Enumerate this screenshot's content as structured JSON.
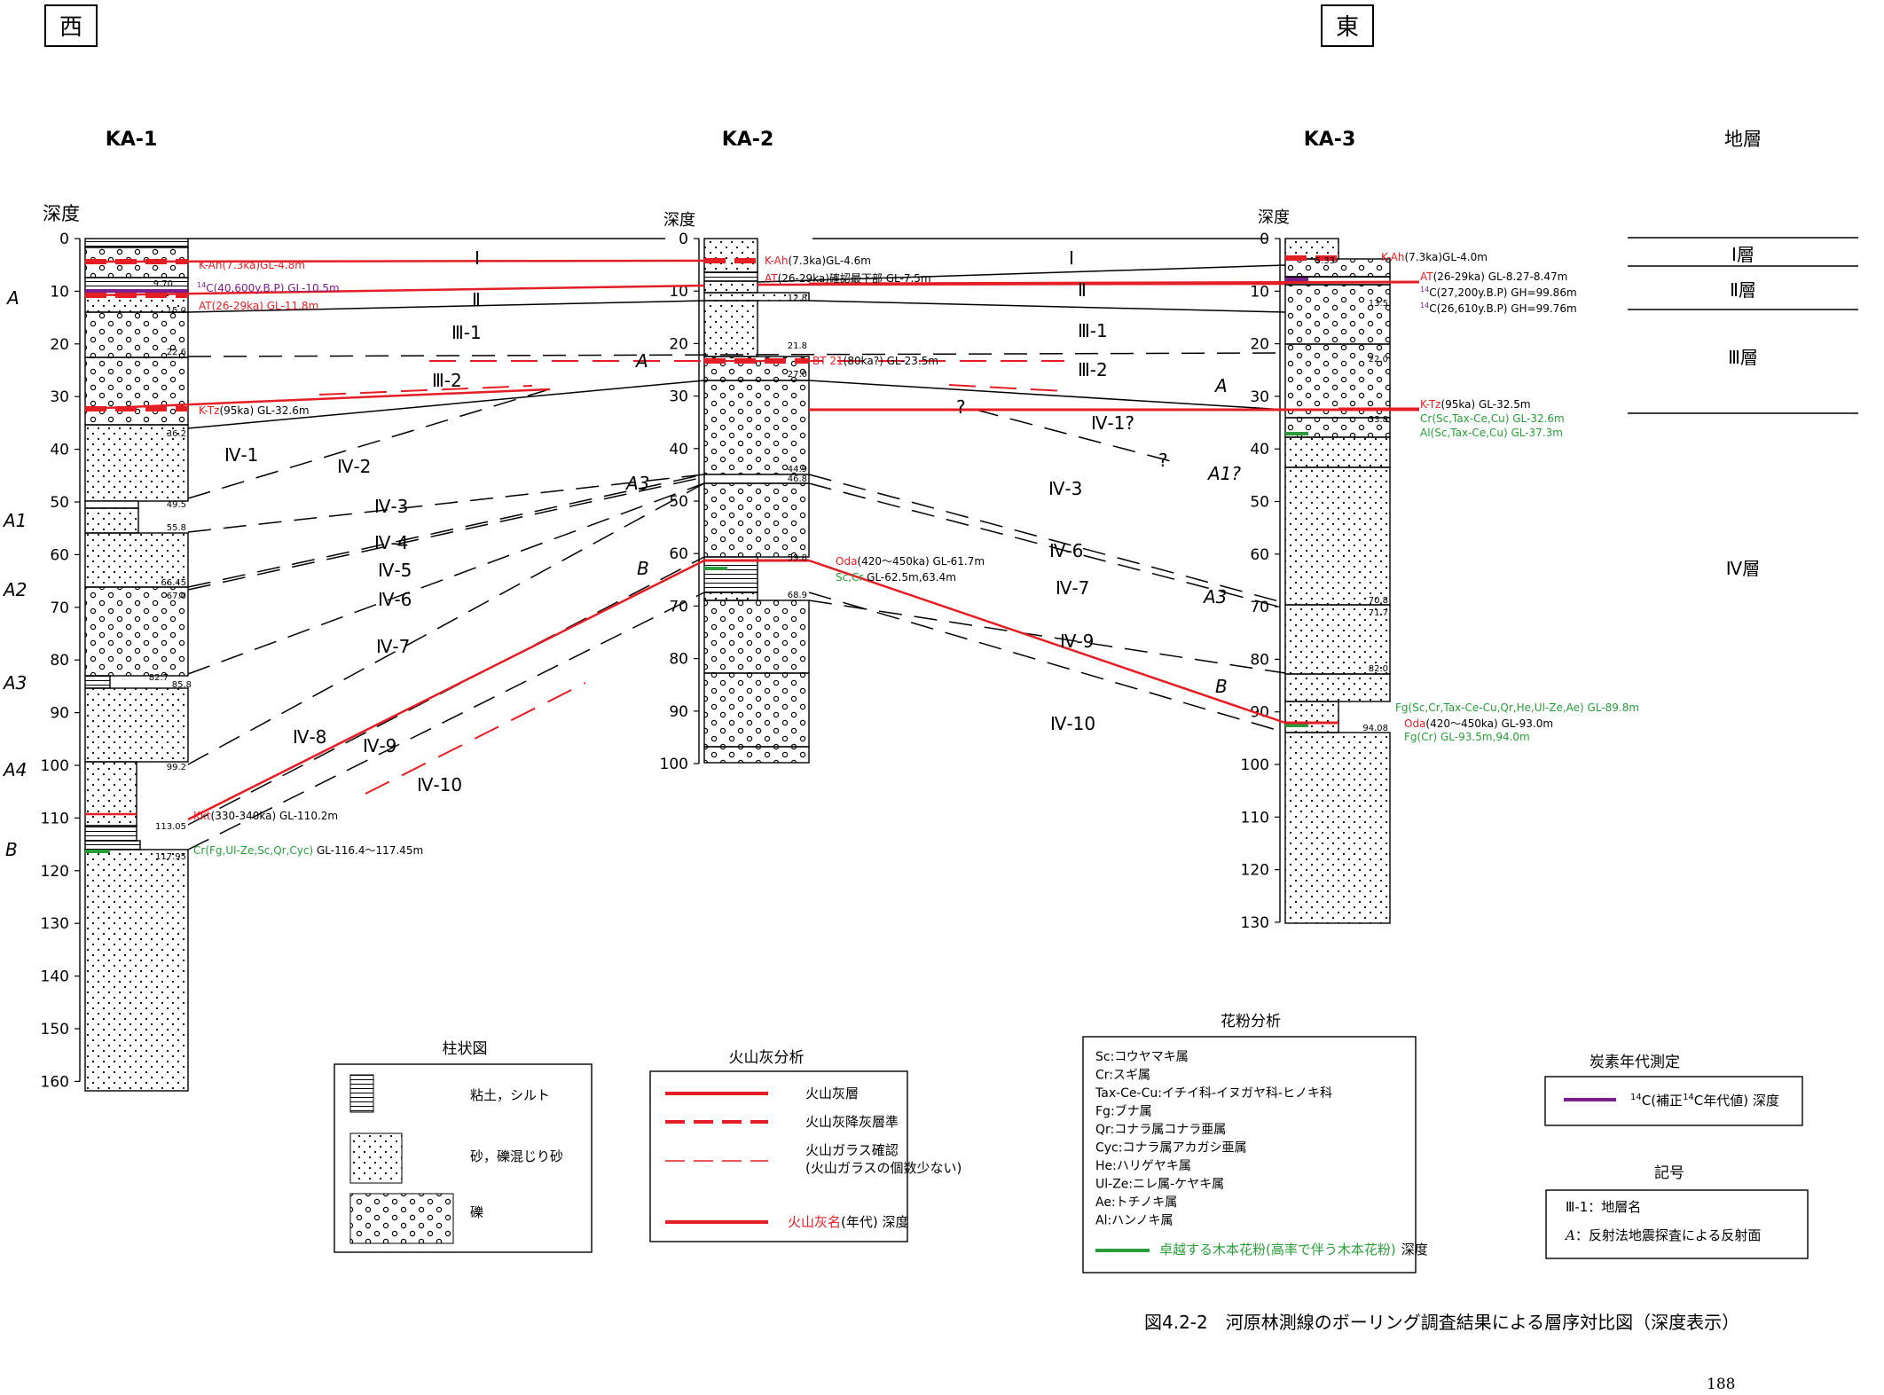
{
  "directions": {
    "west": "西",
    "east": "東"
  },
  "boreholes": {
    "ka1": {
      "name": "KA-1",
      "depth_label": "深度",
      "max_depth": 160
    },
    "ka2": {
      "name": "KA-2",
      "depth_label": "深度",
      "max_depth": 100
    },
    "ka3": {
      "name": "KA-3",
      "depth_label": "深度",
      "max_depth": 130
    }
  },
  "strata_header": "地層",
  "strata": [
    "Ⅰ層",
    "Ⅱ層",
    "Ⅲ層",
    "Ⅳ層"
  ],
  "colors": {
    "ash": "#e31e24",
    "pollen": "#2a9c3a",
    "c14": "#7a1f8c",
    "line": "#000000"
  },
  "ka1_marks": {
    "depths": [
      "9.70",
      "15.0",
      "22.6",
      "36.2",
      "49.5",
      "55.8",
      "66.45",
      "67.0",
      "82.7",
      "85.8",
      "99.2",
      "113.05",
      "117.95"
    ],
    "ash": [
      {
        "name": "K-Ah",
        "rest": "(7.3ka)GL-4.8m"
      },
      {
        "name": "AT",
        "rest": "(26-29ka) GL-11.8m"
      },
      {
        "name": "K-Tz",
        "rest": "(95ka) GL-32.6m"
      },
      {
        "name": "Kkt",
        "rest": "(330-340ka) GL-110.2m"
      }
    ],
    "c14": {
      "sup": "14",
      "rest": "C(40,600y.B.P) GL-10.5m"
    },
    "pollen": {
      "name": "Cr(Fg,Ul-Ze,Sc,Qr,Cyc)",
      "rest": " GL-116.4～117.45m"
    }
  },
  "ka2_marks": {
    "depths": [
      "12.8",
      "21.8",
      "27.0",
      "44.9",
      "46.8",
      "59.8",
      "68.9"
    ],
    "ash": [
      {
        "name": "K-Ah",
        "rest": "(7.3ka)GL-4.6m"
      },
      {
        "name": "AT",
        "rest": "(26-29ka)確認最下部 GL-7.5m"
      },
      {
        "name": "BT 21",
        "rest": "(80ka?) GL-23.5m"
      },
      {
        "name": "Oda",
        "rest": "(420～450ka) GL-61.7m"
      }
    ],
    "pollen": {
      "name": "Sc,Cr",
      "rest": " GL-62.5m,63.4m"
    }
  },
  "ka3_marks": {
    "depths": [
      "5.33",
      "13.5",
      "22.0",
      "33.8",
      "70.8",
      "71.7",
      "82.0",
      "94.08"
    ],
    "ash": [
      {
        "name": "K-Ah",
        "rest": "(7.3ka)GL-4.0m"
      },
      {
        "name": "AT",
        "rest": "(26-29ka) GL-8.27-8.47m"
      },
      {
        "name": "K-Tz",
        "rest": "(95ka) GL-32.5m"
      },
      {
        "name": "Oda",
        "rest": "(420～450ka) GL-93.0m"
      }
    ],
    "c14": [
      {
        "sup": "14",
        "rest": "C(27,200y.B.P) GH=99.86m"
      },
      {
        "sup": "14",
        "rest": "C(26,610y.B.P) GH=99.76m"
      }
    ],
    "pollen": [
      {
        "text": "Cr(Sc,Tax-Ce,Cu) GL-32.6m"
      },
      {
        "text": "Al(Sc,Tax-Ce,Cu) GL-37.3m"
      },
      {
        "text": "Fg(Sc,Cr,Tax-Ce-Cu,Qr,He,Ul-Ze,Ae) GL-89.8m"
      },
      {
        "text": "Fg(Cr) GL-93.5m,94.0m"
      }
    ]
  },
  "unit_labels": [
    "Ⅰ",
    "Ⅱ",
    "Ⅲ-1",
    "Ⅲ-2",
    "Ⅳ-1",
    "Ⅳ-2",
    "Ⅳ-3",
    "Ⅳ-4",
    "Ⅳ-5",
    "Ⅳ-6",
    "Ⅳ-7",
    "Ⅳ-8",
    "Ⅳ-9",
    "Ⅳ-10",
    "Ⅰ",
    "Ⅱ",
    "Ⅲ-1",
    "Ⅲ-2",
    "Ⅳ-1?",
    "Ⅳ-3",
    "Ⅳ-6",
    "Ⅳ-7",
    "Ⅳ-9",
    "Ⅳ-10",
    "?",
    "?"
  ],
  "reflectors": [
    "A",
    "A1",
    "A2",
    "A3",
    "A4",
    "B",
    "A",
    "A3",
    "B",
    "A",
    "A1?",
    "A3",
    "B"
  ],
  "legend_column": {
    "title": "柱状図",
    "items": [
      "粘土，シルト",
      "砂，礫混じり砂",
      "礫"
    ]
  },
  "legend_ash": {
    "title": "火山灰分析",
    "items": [
      "火山灰層",
      "火山灰降灰層準",
      "火山ガラス確認",
      "(火山ガラスの個数少ない)"
    ],
    "name_item": {
      "name": "火山灰名",
      "rest": "(年代) 深度"
    }
  },
  "legend_pollen": {
    "title": "花粉分析",
    "items": [
      "Sc:コウヤマキ属",
      "Cr:スギ属",
      "Tax-Ce-Cu:イチイ科-イヌガヤ科-ヒノキ科",
      "Fg:ブナ属",
      "Qr:コナラ属コナラ亜属",
      "Cyc:コナラ属アカガシ亜属",
      "He:ハリゲヤキ属",
      "Ul-Ze:ニレ属-ケヤキ属",
      "Ae:トチノキ属",
      "Al:ハンノキ属"
    ],
    "dominant": "卓越する木本花粉(高率で伴う木本花粉)",
    "dominant_rest": "深度"
  },
  "legend_c14": {
    "title": "炭素年代測定",
    "pre": "14",
    "mid": "C(補正",
    "sup2": "14",
    "post": "C年代値) 深度"
  },
  "legend_symbols": {
    "title": "記号",
    "items": [
      "Ⅲ-1：地層名"
    ],
    "reflector_symbol": "A",
    "reflector_text": "：反射法地震探査による反射面"
  },
  "caption": "図4.2-2　河原林測線のボーリング調査結果による層序対比図（深度表示）",
  "page_number": "188"
}
